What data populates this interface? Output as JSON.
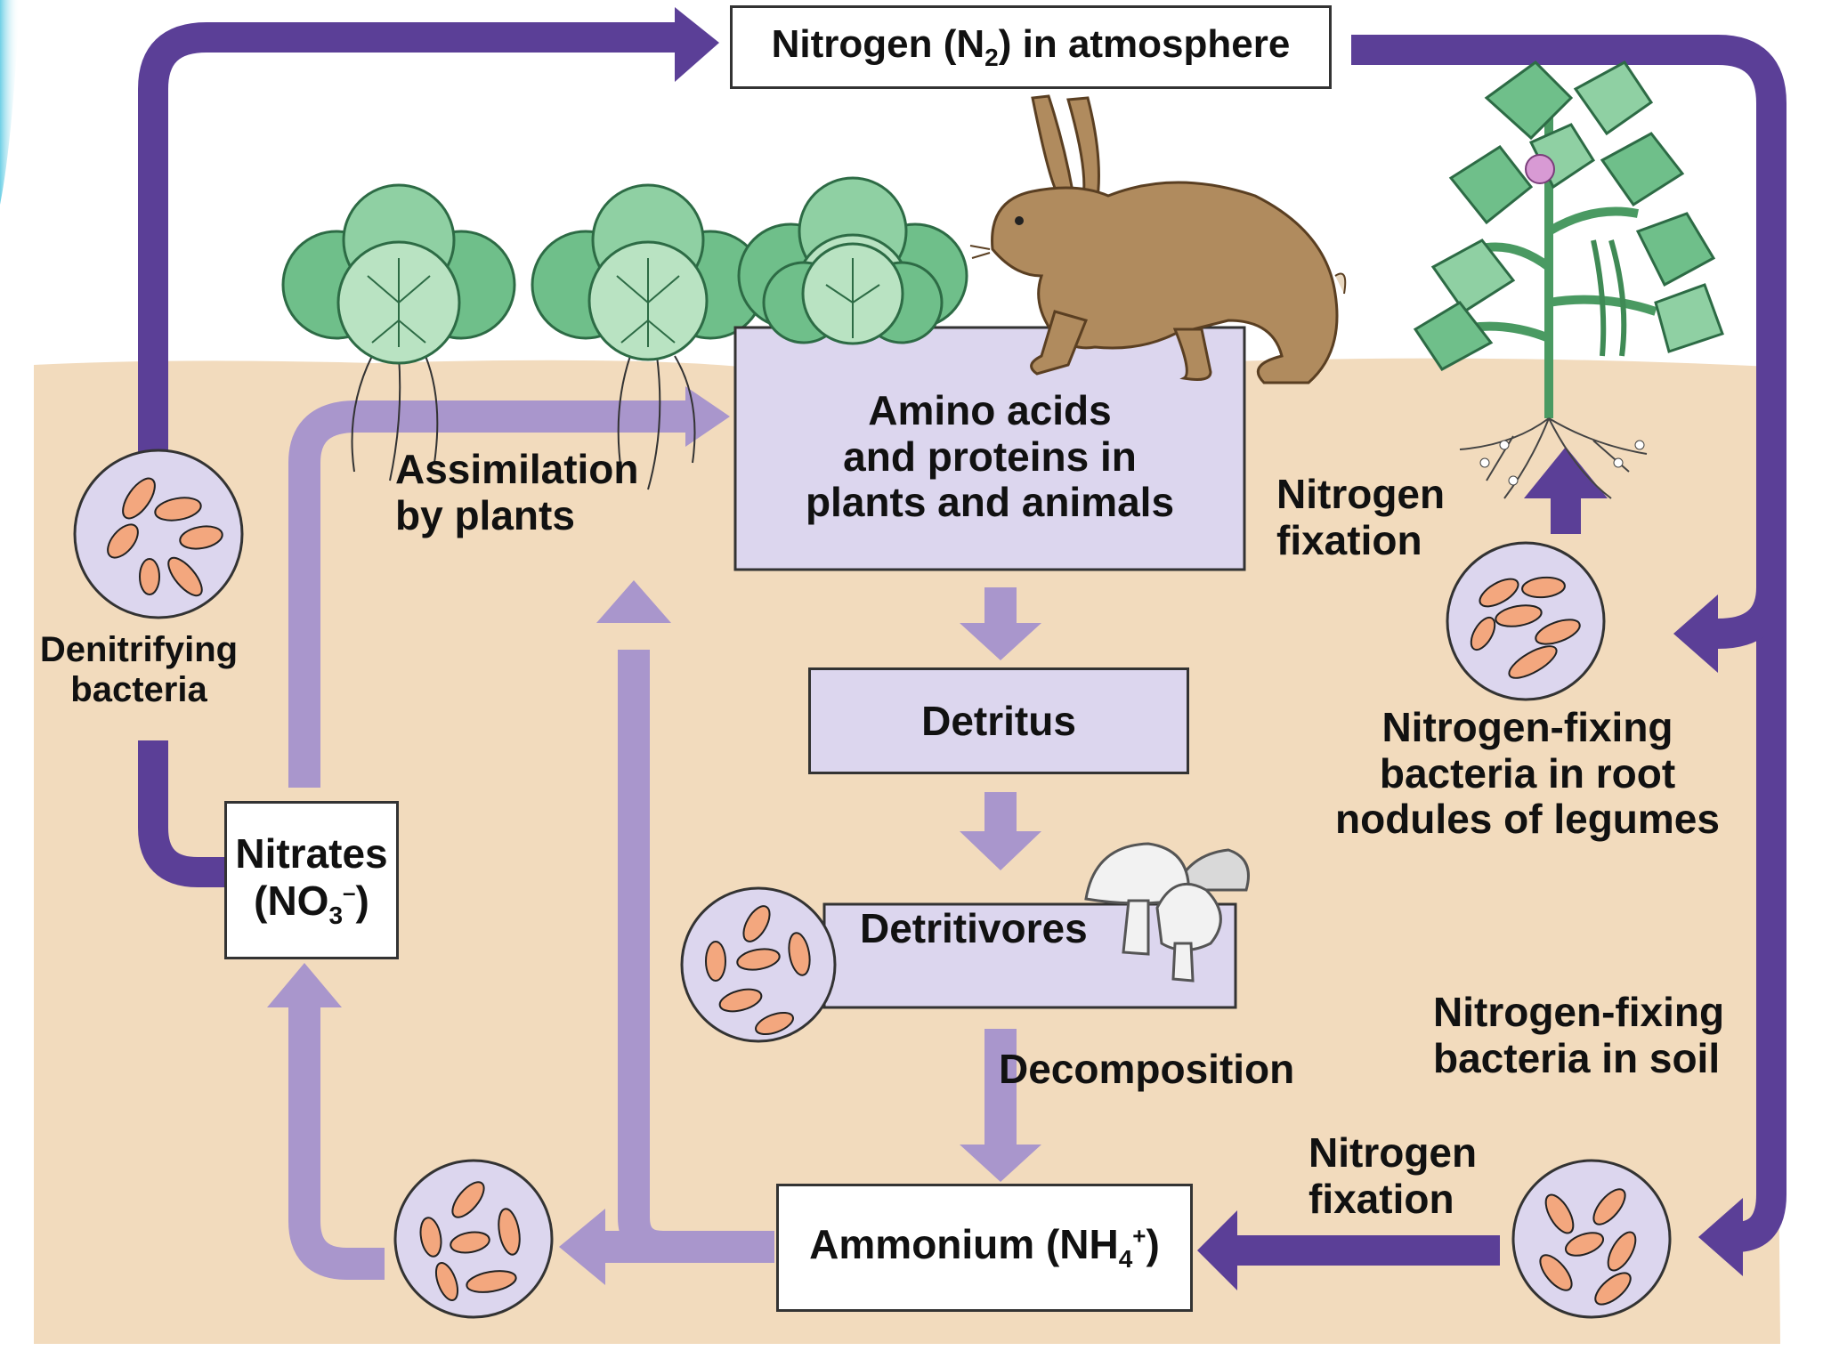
{
  "atmosphere": {
    "label": "Nitrogen (N",
    "sub": "2",
    "suffix": ") in atmosphere"
  },
  "amino": {
    "line1": "Amino acids",
    "line2": "and proteins in",
    "line3": "plants and animals"
  },
  "detritus": {
    "label": "Detritus"
  },
  "detritivores": {
    "label": "Detritivores"
  },
  "ammonium": {
    "label": "Ammonium (NH",
    "sub": "4",
    "sup": "+",
    "suffix": ")"
  },
  "nitrates": {
    "line1": "Nitrates",
    "line2_prefix": "(NO",
    "sub": "3",
    "sup": "–",
    "suffix": ")"
  },
  "labels": {
    "assimilation_1": "Assimilation",
    "assimilation_2": "by plants",
    "denitrifying_1": "Denitrifying",
    "denitrifying_2": "bacteria",
    "fixation_top_1": "Nitrogen",
    "fixation_top_2": "fixation",
    "root_nodules_1": "Nitrogen-fixing",
    "root_nodules_2": "bacteria in root",
    "root_nodules_3": "nodules of legumes",
    "soil_bacteria_1": "Nitrogen-fixing",
    "soil_bacteria_2": "bacteria in soil",
    "fixation_bottom_1": "Nitrogen",
    "fixation_bottom_2": "fixation",
    "decomposition": "Decomposition"
  },
  "icons": [
    "bacteria-icon",
    "cabbage-icon",
    "rabbit-icon",
    "legume-plant-icon",
    "mushroom-icon",
    "arrow-icon"
  ],
  "colors": {
    "soil": "#f2dbbd",
    "dark_arrow": "#5b3f97",
    "light_arrow": "#a996cc",
    "box_fill": "#dcd6ee",
    "bacteria": "#f3a77e",
    "leaf": "#6fbf8a"
  }
}
